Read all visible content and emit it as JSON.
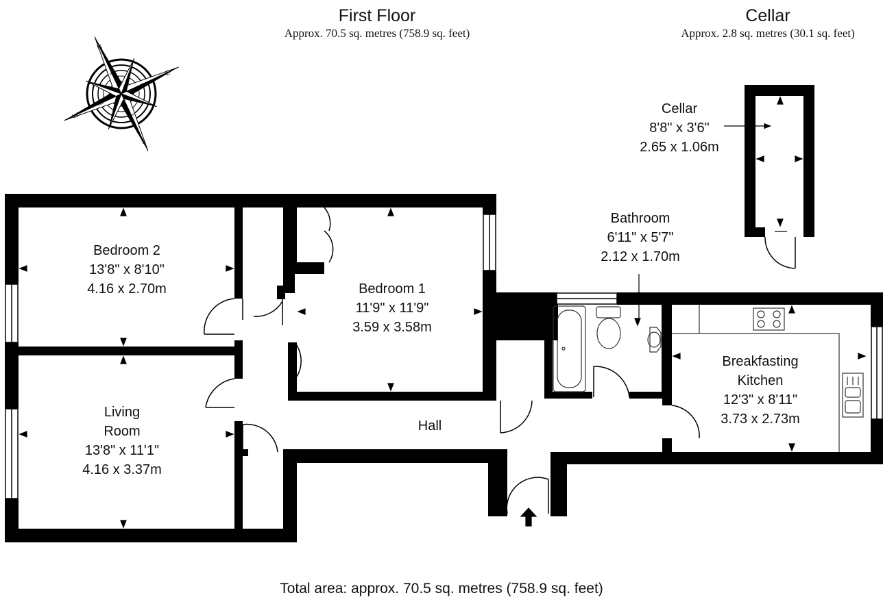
{
  "header": {
    "first_floor": {
      "title": "First Floor",
      "area": "Approx. 70.5 sq. metres (758.9 sq. feet)"
    },
    "cellar": {
      "title": "Cellar",
      "area": "Approx. 2.8 sq. metres (30.1 sq. feet)"
    }
  },
  "compass": {
    "letters": [
      "N",
      "E",
      "S",
      "W"
    ],
    "inner": [
      "ne",
      "se",
      "sw",
      "nw"
    ]
  },
  "rooms": {
    "bedroom2": {
      "name": "Bedroom 2",
      "imperial": "13'8\" x 8'10\"",
      "metric": "4.16 x 2.70m"
    },
    "bedroom1": {
      "name": "Bedroom 1",
      "imperial": "11'9\" x 11'9\"",
      "metric": "3.59 x 3.58m"
    },
    "living": {
      "name1": "Living",
      "name2": "Room",
      "imperial": "13'8\" x 11'1\"",
      "metric": "4.16 x 3.37m"
    },
    "hall": {
      "name": "Hall"
    },
    "bathroom": {
      "name": "Bathroom",
      "imperial": "6'11\" x 5'7\"",
      "metric": "2.12 x 1.70m"
    },
    "kitchen": {
      "name1": "Breakfasting",
      "name2": "Kitchen",
      "imperial": "12'3\" x 8'11\"",
      "metric": "3.73 x 2.73m"
    },
    "cellar": {
      "name": "Cellar",
      "imperial": "8'8\" x 3'6\"",
      "metric": "2.65 x 1.06m"
    }
  },
  "footer": {
    "total": "Total area: approx. 70.5 sq. metres (758.9 sq. feet)"
  },
  "colors": {
    "wall": "#000000",
    "background": "#ffffff",
    "fixture_stroke": "#333333"
  }
}
